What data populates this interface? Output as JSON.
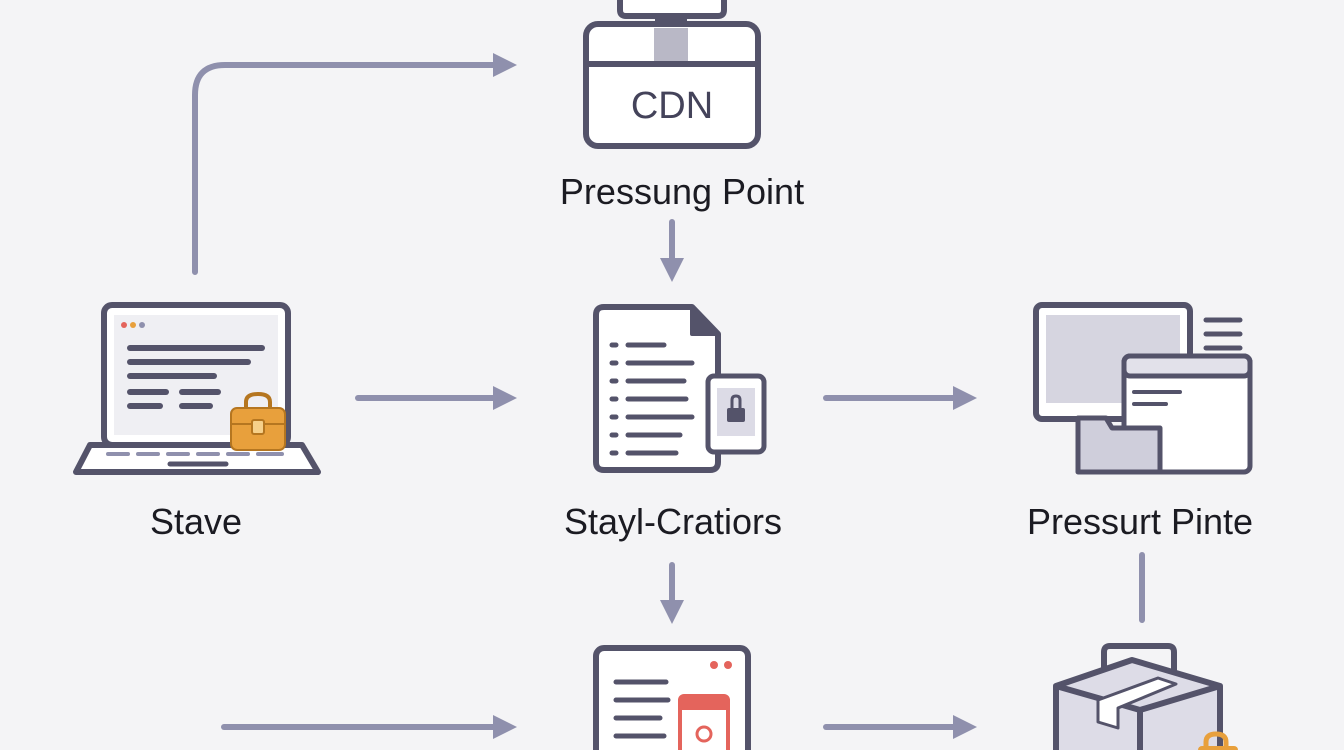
{
  "nodes": {
    "cdn": {
      "badge": "CDN",
      "label": "Pressung Point"
    },
    "stave": {
      "label": "Stave"
    },
    "document": {
      "label": "Stayl-Cratiors"
    },
    "monitor": {
      "label": "Pressurt Pinte"
    }
  },
  "colors": {
    "background": "#f4f4f6",
    "icon_outline": "#54536a",
    "arrow": "#8f90ad",
    "lock_orange": "#e8a03c",
    "accent_red": "#e4645c"
  }
}
